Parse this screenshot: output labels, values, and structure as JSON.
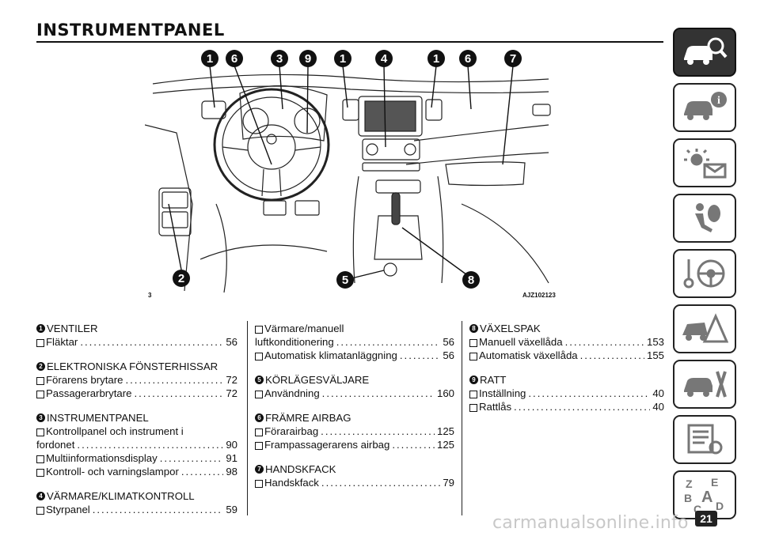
{
  "header": {
    "title": "INSTRUMENTPANEL"
  },
  "figure": {
    "number": "3",
    "code": "AJZ102123",
    "callouts": [
      "1",
      "6",
      "3",
      "9",
      "1",
      "4",
      "1",
      "6",
      "7",
      "2",
      "5",
      "8"
    ]
  },
  "sections": {
    "s1": {
      "num": "1",
      "title": "VENTILER",
      "items": [
        {
          "label": "Fläktar",
          "page": "56"
        }
      ]
    },
    "s2": {
      "num": "2",
      "title": "ELEKTRONISKA FÖNSTERHISSAR",
      "items": [
        {
          "label": "Förarens brytare",
          "page": "72"
        },
        {
          "label": "Passagerarbrytare",
          "page": "72"
        }
      ]
    },
    "s3": {
      "num": "3",
      "title": "INSTRUMENTPANEL",
      "items": [
        {
          "label1": "Kontrollpanel och instrument i",
          "label2": "fordonet",
          "page": "90"
        },
        {
          "label": "Multiinformationsdisplay",
          "page": "91"
        },
        {
          "label": "Kontroll- och varningslampor",
          "page": "98"
        }
      ]
    },
    "s4": {
      "num": "4",
      "title": "VÄRMARE/KLIMATKONTROLL",
      "items": [
        {
          "label": "Styrpanel",
          "page": "59"
        }
      ]
    },
    "s4b": {
      "items": [
        {
          "label1": "Värmare/manuell",
          "label2": "luftkonditionering",
          "page": "56"
        },
        {
          "label": "Automatisk klimatanläggning",
          "page": "56"
        }
      ]
    },
    "s5": {
      "num": "5",
      "title": "KÖRLÄGESVÄLJARE",
      "items": [
        {
          "label": "Användning",
          "page": "160"
        }
      ]
    },
    "s6": {
      "num": "6",
      "title": "FRÄMRE AIRBAG",
      "items": [
        {
          "label": "Förarairbag",
          "page": "125"
        },
        {
          "label": "Frampassagerarens airbag",
          "page": "125"
        }
      ]
    },
    "s7": {
      "num": "7",
      "title": "HANDSKFACK",
      "items": [
        {
          "label": "Handskfack",
          "page": "79"
        }
      ]
    },
    "s8": {
      "num": "8",
      "title": "VÄXELSPAK",
      "items": [
        {
          "label": "Manuell växellåda",
          "page": "153"
        },
        {
          "label": "Automatisk växellåda",
          "page": "155"
        }
      ]
    },
    "s9": {
      "num": "9",
      "title": "RATT",
      "items": [
        {
          "label": "Inställning",
          "page": "40"
        },
        {
          "label": "Rattlås",
          "page": "40"
        }
      ]
    }
  },
  "side_tabs": {
    "icons": [
      "car-search-icon",
      "car-info-icon",
      "warning-lights-icon",
      "seat-airbag-icon",
      "key-steering-icon",
      "accident-warning-icon",
      "car-tools-icon",
      "spec-gear-icon",
      "index-letters-icon"
    ],
    "index_letters": [
      "Z",
      "E",
      "B",
      "A",
      "C",
      "D"
    ]
  },
  "footer": {
    "page_number": "21",
    "watermark": "carmanualsonline.info"
  },
  "colors": {
    "tab_active": "#333333",
    "text": "#111111",
    "watermark": "#c8c8c8"
  }
}
